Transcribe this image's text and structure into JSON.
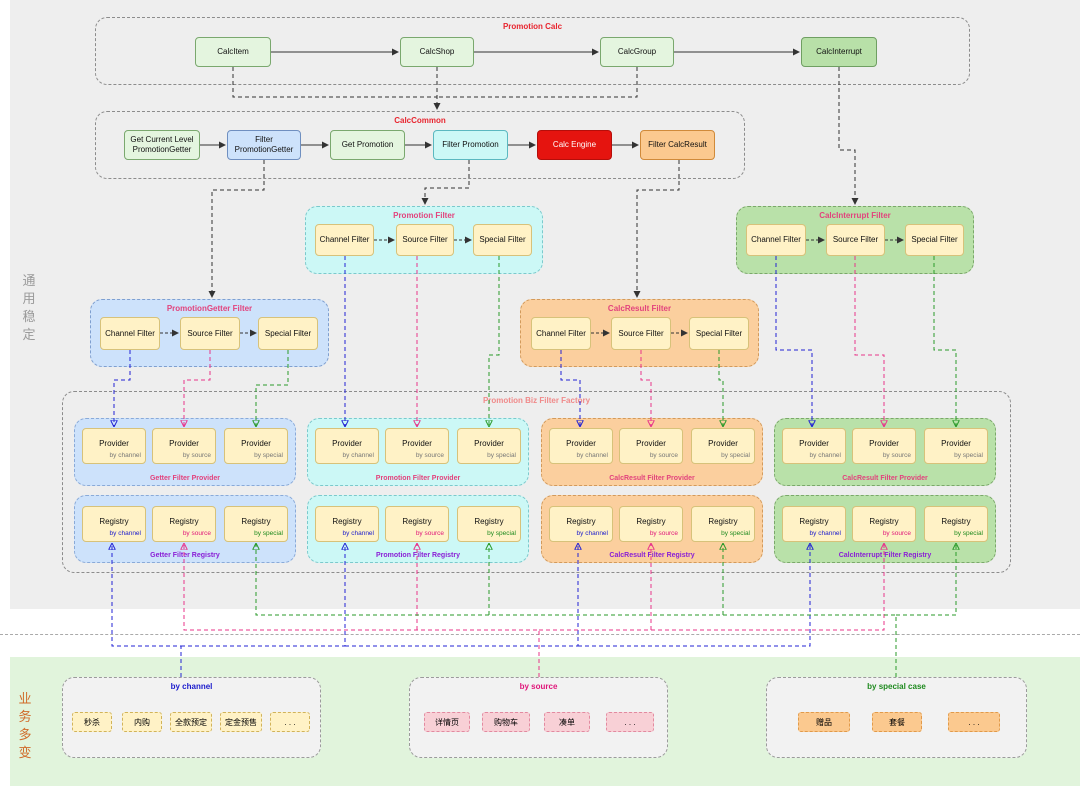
{
  "side_labels": {
    "stable": "通用稳定",
    "business": "业务多变"
  },
  "promotion_calc": {
    "title": "Promotion Calc",
    "nodes": [
      "CalcItem",
      "CalcShop",
      "CalcGroup",
      "CalcInterrupt"
    ]
  },
  "calc_common": {
    "title": "CalcCommon",
    "nodes": [
      "Get Current Level PromotionGetter",
      "Filter PromotionGetter",
      "Get Promotion",
      "Filter Promotion",
      "Calc Engine",
      "Filter CalcResult"
    ]
  },
  "filters": {
    "promotion": {
      "title": "Promotion Filter"
    },
    "interrupt": {
      "title": "CalcInterrupt Filter"
    },
    "getter": {
      "title": "PromotionGetter Filter"
    },
    "calcresult": {
      "title": "CalcResult Filter"
    },
    "channel_label": "Channel Filter",
    "source_label": "Source Filter",
    "special_label": "Special Filter"
  },
  "factory": {
    "title": "Promotion  Biz  Filter  Factory",
    "provider_label": "Provider",
    "registry_label": "Registry",
    "by_channel": "by channel",
    "by_source": "by source",
    "by_special": "by special",
    "provider_groups": [
      "Getter Filter Provider",
      "Promotion Filter Provider",
      "CalcResult Filter Provider",
      "CalcResult Filter Provider"
    ],
    "registry_groups": [
      "Getter Filter Registry",
      "Promotion Filter Registry",
      "CalcResult Filter Registry",
      "CalcInterrupt Filter Registry"
    ]
  },
  "business": {
    "channel": {
      "title": "by channel",
      "items": [
        "秒杀",
        "内购",
        "全款预定",
        "定金预售",
        ". . ."
      ]
    },
    "source": {
      "title": "by source",
      "items": [
        "详情页",
        "购物车",
        "凑单",
        ". . ."
      ]
    },
    "special": {
      "title": "by special case",
      "items": [
        "赠品",
        "套餐",
        ". . ."
      ]
    }
  },
  "colors": {
    "title_red": "#e8252f",
    "title_pink": "#e2437d",
    "registry_title_purple": "#8a1fd6",
    "line_blue": "#2323d4",
    "line_pink": "#e8358a",
    "line_green": "#2a9a2a",
    "line_dark": "#333333",
    "blue_group": "#cde2fb",
    "cyan_group": "#ccf8f6",
    "orange_group": "#fbcf9e",
    "green_group": "#b9e1a9",
    "calc_engine": "#e5140f"
  }
}
